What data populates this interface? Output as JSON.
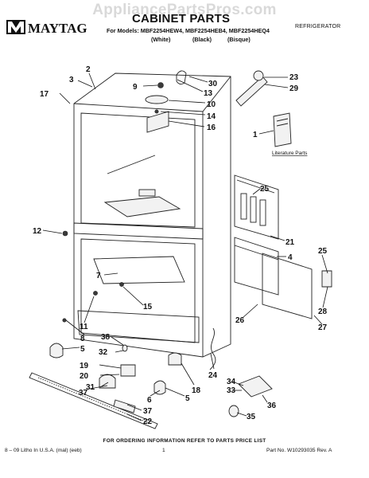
{
  "watermark": "AppliancePartsPros.com",
  "brand": "MAYTAG",
  "title": "CABINET PARTS",
  "category": "REFRIGERATOR",
  "models": "For Models: MBF2254HEW4, MBF2254HEB4, MBF2254HEQ4",
  "variants": [
    "(White)",
    "(Black)",
    "(Bisque)"
  ],
  "literature_label": "Literature Parts",
  "callouts": [
    "2",
    "3",
    "17",
    "9",
    "30",
    "23",
    "29",
    "10",
    "13",
    "14",
    "16",
    "1",
    "25",
    "12",
    "21",
    "4",
    "7",
    "25",
    "15",
    "11",
    "8",
    "28",
    "38",
    "26",
    "5",
    "27",
    "32",
    "19",
    "20",
    "31",
    "37",
    "24",
    "6",
    "34",
    "33",
    "36",
    "18",
    "5",
    "37",
    "35",
    "22"
  ],
  "footer": {
    "note": "FOR ORDERING INFORMATION REFER TO PARTS PRICE LIST",
    "left": "8 – 09 Litho In U.S.A. (mal) (eeb)",
    "page": "1",
    "right": "Part No. W10293035 Rev. A"
  }
}
